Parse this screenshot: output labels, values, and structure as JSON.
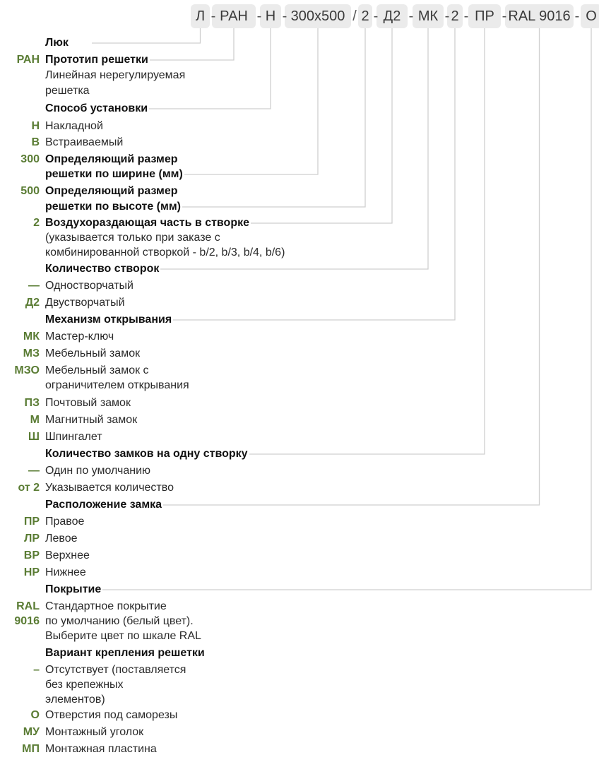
{
  "order_code": {
    "segments": [
      "Л",
      "РАН",
      "Н",
      "300х500",
      "2",
      "Д2",
      "МК",
      "2",
      "ПР",
      "RAL 9016",
      "О"
    ],
    "separators": [
      "-",
      "-",
      "-",
      "/",
      "-",
      "-",
      "-",
      "-",
      "-",
      "-"
    ]
  },
  "rows": [
    {
      "type": "heading",
      "text": "Люк"
    },
    {
      "type": "heading",
      "code": "РАН",
      "text": "Прототип решетки"
    },
    {
      "type": "item",
      "text": "Линейная нерегулируемая"
    },
    {
      "type": "item",
      "text": "решетка"
    },
    {
      "type": "heading",
      "text": "Способ установки"
    },
    {
      "type": "item",
      "code": "Н",
      "text": "Накладной"
    },
    {
      "type": "item",
      "code": "В",
      "text": "Встраиваемый"
    },
    {
      "type": "heading",
      "code": "300",
      "text": "Определяющий размер"
    },
    {
      "type": "heading",
      "text": "решетки по ширине (мм)"
    },
    {
      "type": "heading",
      "code": "500",
      "text": "Определяющий размер"
    },
    {
      "type": "heading",
      "text": "решетки по высоте (мм)"
    },
    {
      "type": "heading",
      "code": "2",
      "text": "Воздухораздающая часть в створке"
    },
    {
      "type": "item",
      "text": "(указывается только при заказе с"
    },
    {
      "type": "item",
      "text": "комбинированной створкой - b/2, b/3, b/4, b/6)"
    },
    {
      "type": "heading",
      "text": "Количество створок"
    },
    {
      "type": "item",
      "code": "—",
      "text": "Одностворчатый"
    },
    {
      "type": "item",
      "code": "Д2",
      "text": "Двустворчатый"
    },
    {
      "type": "heading",
      "text": "Механизм открывания"
    },
    {
      "type": "item",
      "code": "МК",
      "text": "Мастер-ключ"
    },
    {
      "type": "item",
      "code": "МЗ",
      "text": "Мебельный замок"
    },
    {
      "type": "item",
      "code": "МЗО",
      "text": "Мебельный замок с"
    },
    {
      "type": "item",
      "text": "ограничителем открывания"
    },
    {
      "type": "item",
      "code": "ПЗ",
      "text": "Почтовый замок"
    },
    {
      "type": "item",
      "code": "М",
      "text": "Магнитный замок"
    },
    {
      "type": "item",
      "code": "Ш",
      "text": "Шпингалет"
    },
    {
      "type": "heading",
      "text": "Количество замков на одну створку"
    },
    {
      "type": "item",
      "code": "—",
      "text": "Один по умолчанию"
    },
    {
      "type": "item",
      "code": "от 2",
      "text": "Указывается количество"
    },
    {
      "type": "heading",
      "text": "Расположение замка"
    },
    {
      "type": "item",
      "code": "ПР",
      "text": "Правое"
    },
    {
      "type": "item",
      "code": "ЛР",
      "text": "Левое"
    },
    {
      "type": "item",
      "code": "ВР",
      "text": "Верхнее"
    },
    {
      "type": "item",
      "code": "НР",
      "text": "Нижнее"
    },
    {
      "type": "heading",
      "text": "Покрытие"
    },
    {
      "type": "item",
      "code": "RAL",
      "text": "Стандартное покрытие"
    },
    {
      "type": "item",
      "code": "9016",
      "text": "по умолчанию (белый цвет)."
    },
    {
      "type": "item",
      "text": "Выберите цвет по шкале RAL"
    },
    {
      "type": "heading",
      "text": "Вариант крепления решетки"
    },
    {
      "type": "item",
      "code": "–",
      "text": "Отсутствует (поставляется"
    },
    {
      "type": "item",
      "text": "без крепежных"
    },
    {
      "type": "item",
      "text": "элементов)"
    },
    {
      "type": "item",
      "code": "О",
      "text": "Отверстия под саморезы"
    },
    {
      "type": "item",
      "code": "МУ",
      "text": "Монтажный уголок"
    },
    {
      "type": "item",
      "code": "МП",
      "text": "Монтажная пластина"
    }
  ],
  "colors": {
    "code": "#5a7c34",
    "connector": "#cfcfcf",
    "box": "#ebebeb"
  }
}
